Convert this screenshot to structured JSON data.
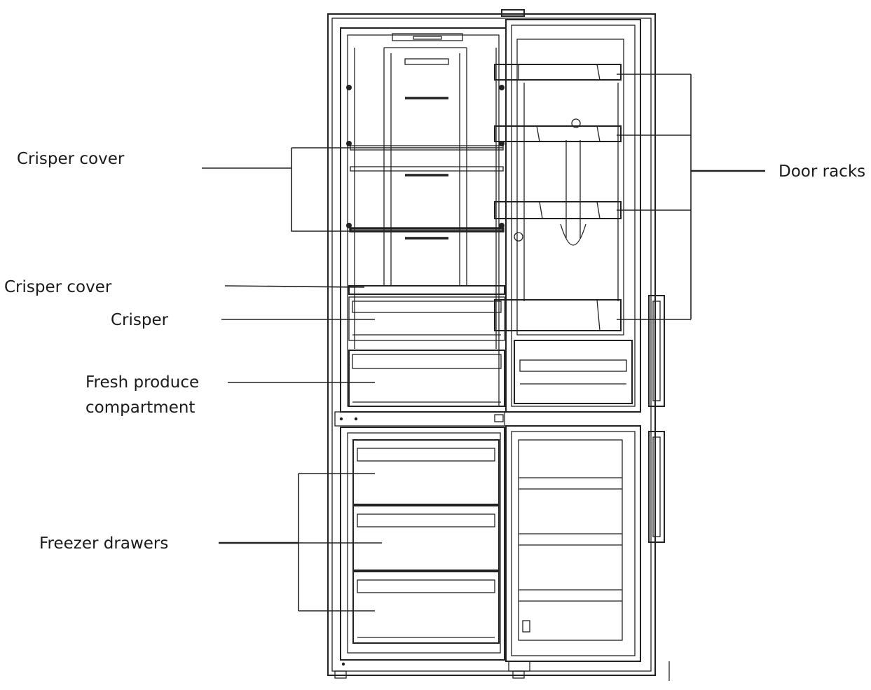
{
  "labels": {
    "crisper_cover_upper": "Crisper cover",
    "crisper_cover_lower": "Crisper cover",
    "crisper": "Crisper",
    "fresh_produce_line1": "Fresh produce",
    "fresh_produce_line2": "compartment",
    "freezer_drawers": "Freezer drawers",
    "door_racks": "Door racks"
  },
  "colors": {
    "line": "#222222",
    "text": "#1a1a1a",
    "background": "#ffffff"
  }
}
